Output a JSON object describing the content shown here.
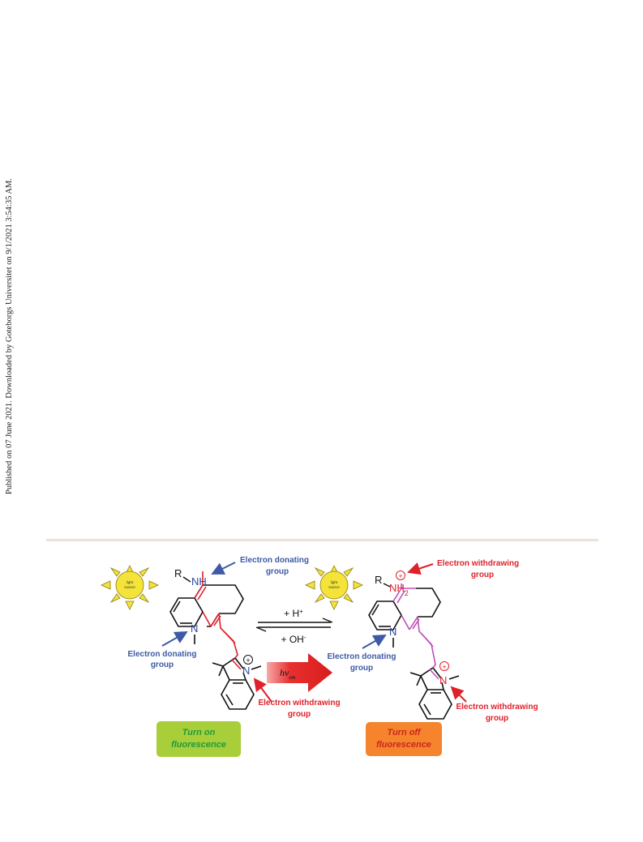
{
  "side_note": "Published on 07 June 2021. Downloaded by Goteborgs Universitet on 9/1/2021 3:54:35 AM.",
  "scheme": {
    "left": {
      "sun_label_1": "light",
      "sun_label_2": "source",
      "atom_r": "R",
      "atom_amine": "NH",
      "atom_n_ring": "N",
      "atom_n_indolium": "N",
      "donor_top_1": "Electron donating",
      "donor_top_2": "group",
      "donor_bottom_1": "Electron donating",
      "donor_bottom_2": "group",
      "withdraw_1": "Electron withdrawing",
      "withdraw_2": "group",
      "badge_1": "Turn on",
      "badge_2": "fluorescence"
    },
    "arrows": {
      "forward": "+ H",
      "forward_sup": "+",
      "backward": "+ OH",
      "backward_sup": "-",
      "light": "hv",
      "light_sub": "em"
    },
    "right": {
      "sun_label_1": "light",
      "sun_label_2": "source",
      "atom_r": "R",
      "atom_amine": "NH",
      "atom_amine_sub": "2",
      "atom_n_ring": "N",
      "atom_n_indolium": "N",
      "withdraw_top_1": "Electron withdrawing",
      "withdraw_top_2": "group",
      "donor_1": "Electron donating",
      "donor_2": "group",
      "withdraw_bottom_1": "Electron withdrawing",
      "withdraw_bottom_2": "group",
      "badge_1": "Turn off",
      "badge_2": "fluorescence"
    },
    "colors": {
      "donor_blue": "#3e5aa6",
      "withdraw_red": "#e0202a",
      "sun_yellow": "#f4e338",
      "badge_on_green": "#a8cf3a",
      "badge_off_orange": "#f5842c",
      "conjugation_magenta": "#c050b8"
    }
  }
}
